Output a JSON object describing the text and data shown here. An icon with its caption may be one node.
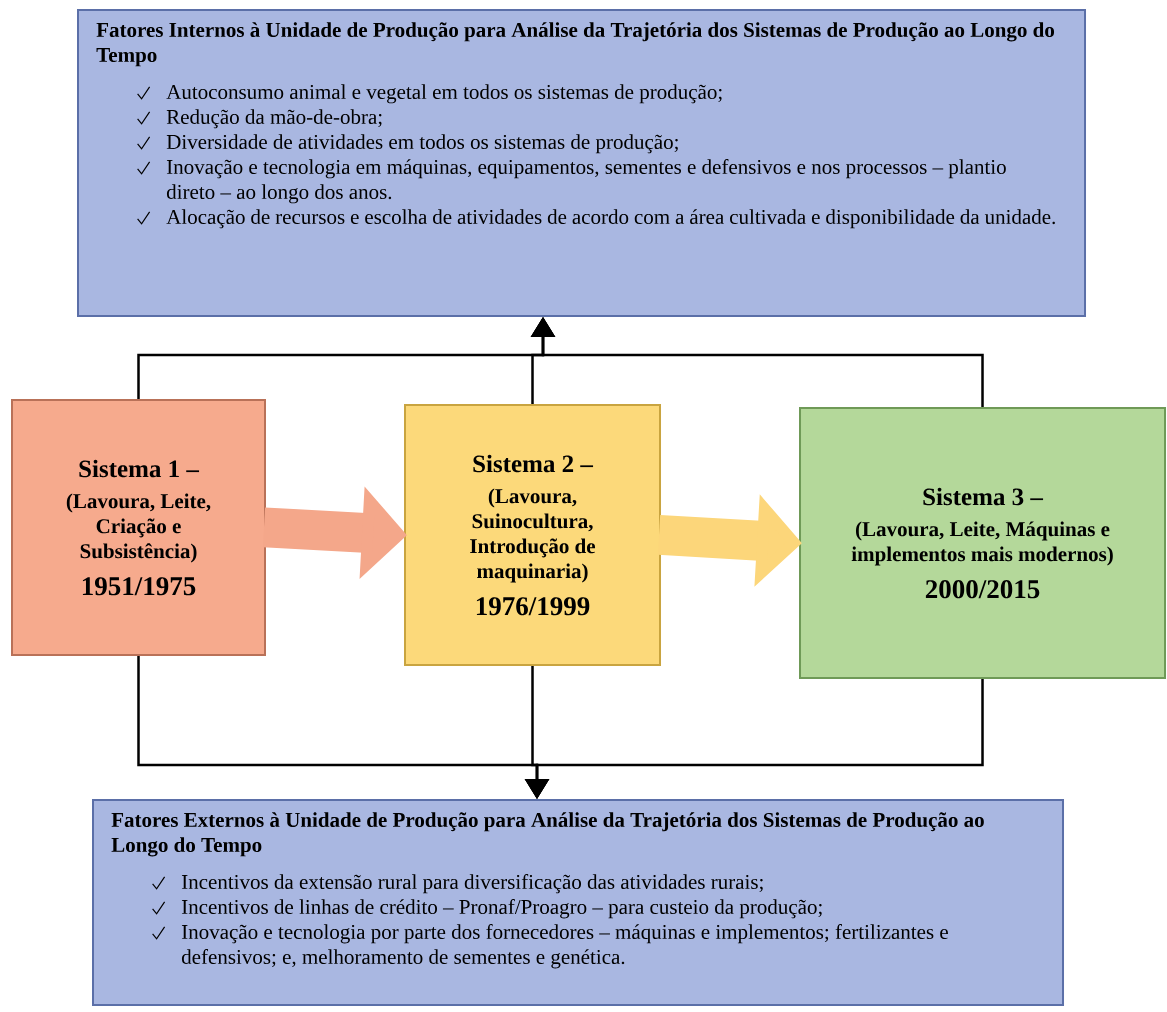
{
  "diagram": {
    "nodes": [
      {
        "text": [
          "Fatores Internos à Unidade de Produção para Análise da Trajetória dos Sistemas de Produção ao Longo do Tempo",
          "Autoconsumo animal e vegetal em todos os sistemas de produção;",
          "Redução da mão-de-obra;",
          "Diversidade de atividades em todos os sistemas de produção;",
          "Inovação e tecnologia em máquinas, equipamentos, sementes e defensivos e nos processos – plantio direto – ao longo dos anos.",
          "Alocação de recursos e escolha de atividades de acordo com a área cultivada e disponibilidade da unidade."
        ]
      },
      {
        "text": [
          "Sistema 1 –",
          "(Lavoura, Leite, Criação e Subsistência)",
          "1951/1975"
        ]
      },
      {
        "text": [
          "Sistema 2 –",
          "(Lavoura, Suinocultura, Introdução de maquinaria)",
          "1976/1999"
        ]
      },
      {
        "text": [
          "Sistema 3 –",
          "(Lavoura, Leite, Máquinas e implementos mais modernos)",
          "2000/2015"
        ]
      },
      {
        "text": [
          "Fatores Externos à Unidade de Produção para Análise da Trajetória dos Sistemas de Produção ao Longo do Tempo",
          "Incentivos da extensão rural para diversificação das atividades rurais;",
          "Incentivos de linhas de crédito – Pronaf/Proagro – para custeio da produção;",
          "Inovação e tecnologia por parte dos fornecedores – máquinas e implementos; fertilizantes e defensivos; e, melhoramento de sementes e genética."
        ]
      }
    ],
    "edges": [
      {
        "from": 1,
        "to": 2,
        "arrow": "to",
        "style": "thick",
        "color": "#f4a78a"
      },
      {
        "from": 2,
        "to": 3,
        "arrow": "to",
        "style": "thick",
        "color": "#fcd67a"
      },
      {
        "from": 1,
        "to": 0,
        "arrow": "to"
      },
      {
        "from": 2,
        "to": 0,
        "arrow": "to"
      },
      {
        "from": 3,
        "to": 0,
        "arrow": "to"
      },
      {
        "from": 1,
        "to": 4,
        "arrow": "to"
      },
      {
        "from": 2,
        "to": 4,
        "arrow": "to"
      },
      {
        "from": 3,
        "to": 4,
        "arrow": "to"
      }
    ]
  }
}
